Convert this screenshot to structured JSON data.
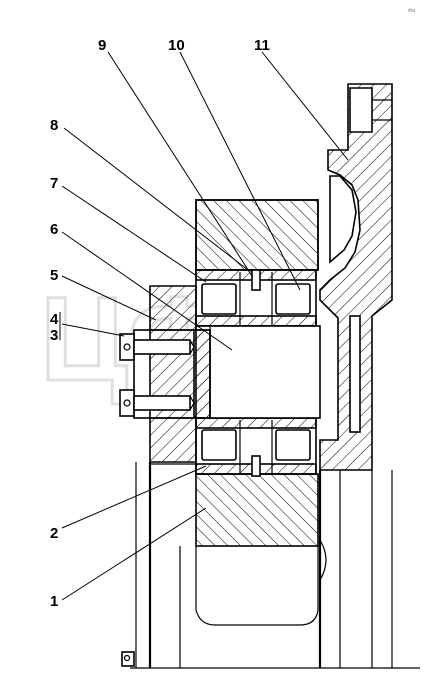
{
  "diagram": {
    "type": "mechanical-assembly-section",
    "part_labels": [
      {
        "id": "label-1",
        "text": "1"
      },
      {
        "id": "label-2",
        "text": "2"
      },
      {
        "id": "label-3",
        "text": "3"
      },
      {
        "id": "label-4",
        "text": "4"
      },
      {
        "id": "label-5",
        "text": "5"
      },
      {
        "id": "label-6",
        "text": "6"
      },
      {
        "id": "label-7",
        "text": "7"
      },
      {
        "id": "label-8",
        "text": "8"
      },
      {
        "id": "label-9",
        "text": "9"
      },
      {
        "id": "label-10",
        "text": "10"
      },
      {
        "id": "label-11",
        "text": "11"
      }
    ],
    "corner_mark": "#ru",
    "watermark": "ЦФА"
  }
}
